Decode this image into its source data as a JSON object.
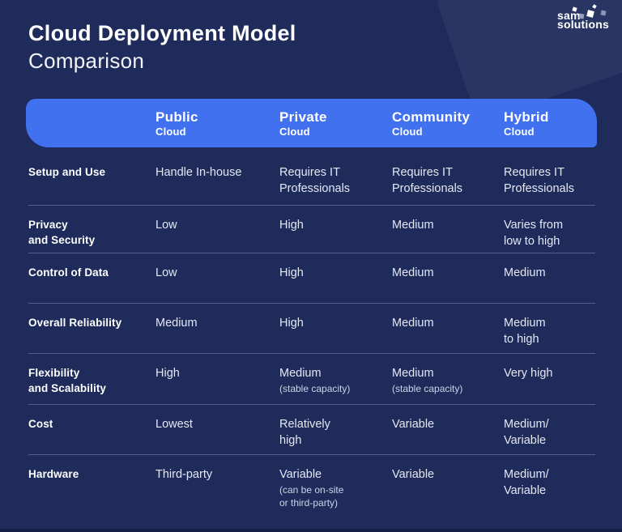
{
  "title": {
    "line1": "Cloud Deployment Model",
    "line2": "Comparison"
  },
  "logo": {
    "line1": "sam",
    "line2": "solutions"
  },
  "colors": {
    "background": "#1E2B5B",
    "header_bar": "#4171EF",
    "divider": "rgba(190,200,232,0.35)",
    "value_text": "#E4E8F3",
    "label_text": "#FFFFFF"
  },
  "table": {
    "columns": [
      {
        "title": "Public",
        "subtitle": "Cloud"
      },
      {
        "title": "Private",
        "subtitle": "Cloud"
      },
      {
        "title": "Community",
        "subtitle": "Cloud"
      },
      {
        "title": "Hybrid",
        "subtitle": "Cloud"
      }
    ],
    "rows": [
      {
        "label": "Setup and Use",
        "values": [
          {
            "main": "Handle In-house"
          },
          {
            "main": "Requires IT\nProfessionals"
          },
          {
            "main": "Requires IT\nProfessionals"
          },
          {
            "main": "Requires IT\nProfessionals"
          }
        ]
      },
      {
        "label": "Privacy\nand Security",
        "values": [
          {
            "main": "Low"
          },
          {
            "main": "High"
          },
          {
            "main": "Medium"
          },
          {
            "main": "Varies from\nlow to high"
          }
        ]
      },
      {
        "label": "Control of Data",
        "values": [
          {
            "main": "Low"
          },
          {
            "main": "High"
          },
          {
            "main": "Medium"
          },
          {
            "main": "Medium"
          }
        ]
      },
      {
        "label": "Overall Reliability",
        "values": [
          {
            "main": "Medium"
          },
          {
            "main": "High"
          },
          {
            "main": "Medium"
          },
          {
            "main": "Medium\nto high"
          }
        ]
      },
      {
        "label": "Flexibility\nand Scalability",
        "values": [
          {
            "main": "High"
          },
          {
            "main": "Medium",
            "note": "(stable capacity)"
          },
          {
            "main": "Medium",
            "note": "(stable capacity)"
          },
          {
            "main": "Very high"
          }
        ]
      },
      {
        "label": "Cost",
        "values": [
          {
            "main": "Lowest"
          },
          {
            "main": "Relatively\nhigh"
          },
          {
            "main": "Variable"
          },
          {
            "main": "Medium/\nVariable"
          }
        ]
      },
      {
        "label": "Hardware",
        "values": [
          {
            "main": "Third-party"
          },
          {
            "main": "Variable",
            "note": "(can be on-site\nor third-party)"
          },
          {
            "main": "Variable"
          },
          {
            "main": "Medium/\nVariable"
          }
        ]
      }
    ]
  }
}
